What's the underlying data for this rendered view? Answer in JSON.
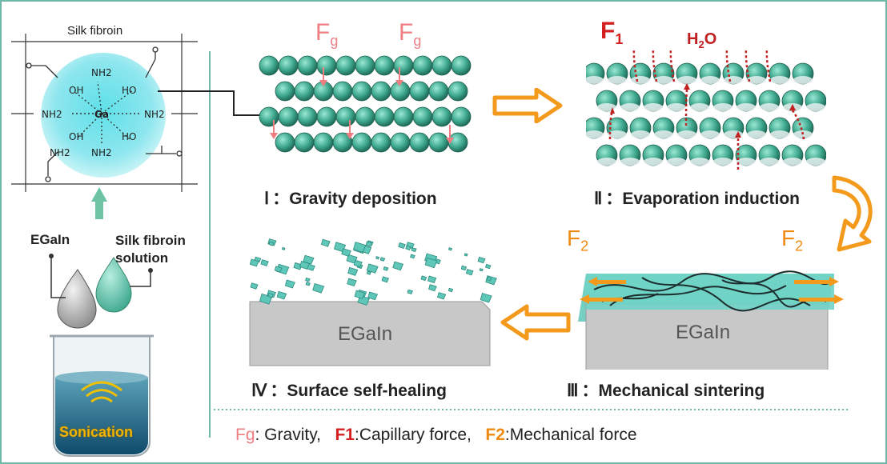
{
  "left_panel": {
    "title": "Silk fibroin",
    "egain_label": "EGaIn",
    "silk_solution_label": "Silk fibroin solution",
    "sonication_label": "Sonication",
    "sphere_groups": [
      "NH2",
      "OH",
      "HO",
      "NH2",
      "NH2",
      "Ga",
      "NH2",
      "OH",
      "HO",
      "NH2"
    ]
  },
  "stages": [
    {
      "numeral": "Ⅰ",
      "label": "：Gravity deposition"
    },
    {
      "numeral": "Ⅱ",
      "label": "：Evaporation induction"
    },
    {
      "numeral": "Ⅲ",
      "label": "：Mechanical sintering"
    },
    {
      "numeral": "Ⅳ",
      "label": "：Surface self-healing"
    }
  ],
  "forces": {
    "fg": "F",
    "fg_sub": "g",
    "f1": "F",
    "f1_sub": "1",
    "h2o": "H",
    "h2o_sub": "2",
    "h2o_tail": "O",
    "f2": "F",
    "f2_sub": "2"
  },
  "egain_block_label": "EGaIn",
  "legend": {
    "fg_key": "Fg",
    "fg_text": ": Gravity,",
    "f1_key": "F1",
    "f1_text": ":Capillary force,",
    "f2_key": "F2",
    "f2_text": ":Mechanical force"
  },
  "colors": {
    "sphere": "#4cae99",
    "sphere_light": "#8fe0e8",
    "frame": "#6fb8a8",
    "fg": "#ef7e83",
    "f1": "#d42020",
    "f2": "#f08a10",
    "substrate": "#c8c8c8",
    "film": "#5ec7b8"
  }
}
